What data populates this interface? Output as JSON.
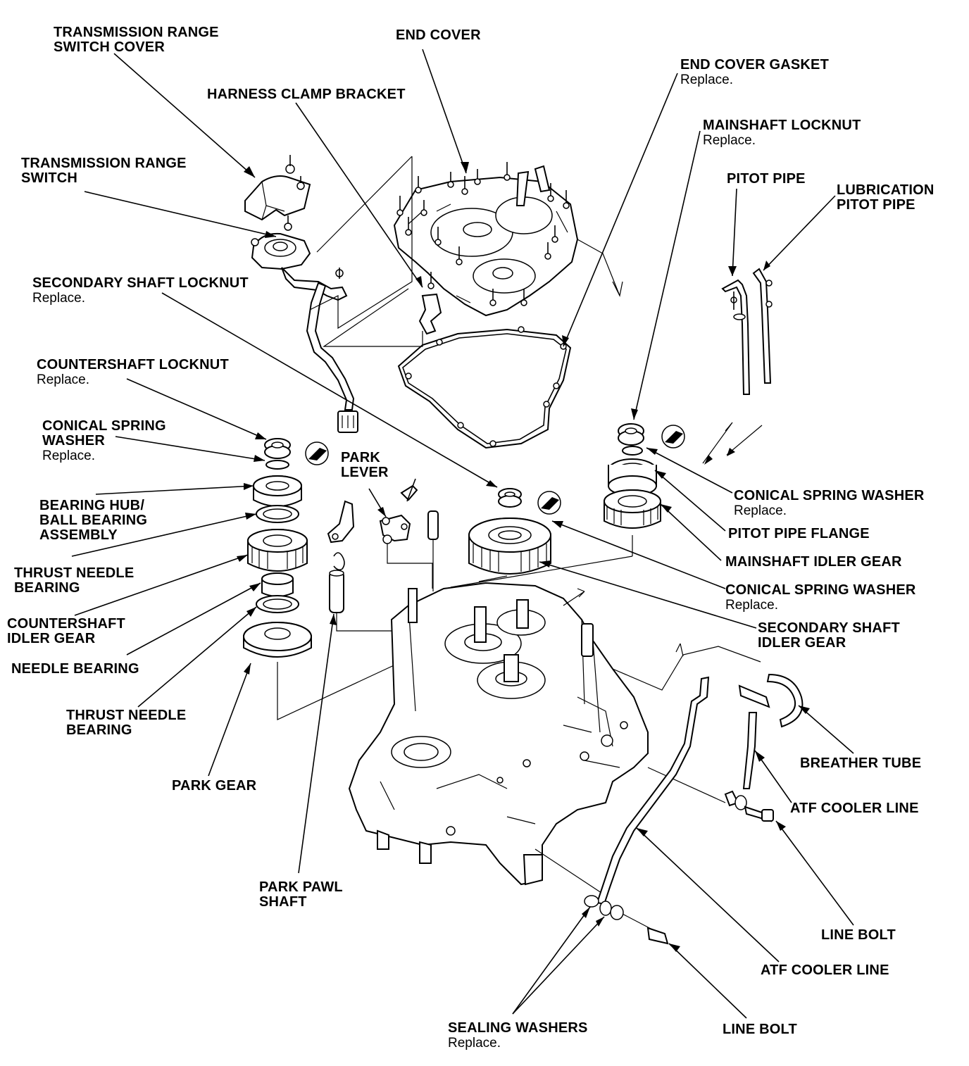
{
  "labels": {
    "trs_cover": {
      "t": "TRANSMISSION RANGE\nSWITCH COVER"
    },
    "end_cover": {
      "t": "END COVER"
    },
    "end_cover_gasket": {
      "t": "END COVER GASKET",
      "n": "Replace."
    },
    "harness_clamp_bracket": {
      "t": "HARNESS CLAMP BRACKET"
    },
    "mainshaft_locknut": {
      "t": "MAINSHAFT LOCKNUT",
      "n": "Replace."
    },
    "trs": {
      "t": "TRANSMISSION RANGE\nSWITCH"
    },
    "pitot_pipe": {
      "t": "PITOT PIPE"
    },
    "lube_pitot_pipe": {
      "t": "LUBRICATION\nPITOT PIPE"
    },
    "secondary_locknut": {
      "t": "SECONDARY SHAFT LOCKNUT",
      "n": "Replace."
    },
    "countershaft_locknut": {
      "t": "COUNTERSHAFT LOCKNUT",
      "n": "Replace."
    },
    "conical_washer_left": {
      "t": "CONICAL SPRING\nWASHER",
      "n": "Replace."
    },
    "park_lever": {
      "t": "PARK\nLEVER"
    },
    "conical_washer_right1": {
      "t": "CONICAL SPRING WASHER",
      "n": "Replace."
    },
    "bearing_hub": {
      "t": "BEARING HUB/\nBALL BEARING\nASSEMBLY"
    },
    "pitot_pipe_flange": {
      "t": "PITOT PIPE FLANGE"
    },
    "thrust_needle_1": {
      "t": "THRUST NEEDLE\nBEARING"
    },
    "mainshaft_idler_gear": {
      "t": "MAINSHAFT IDLER GEAR"
    },
    "conical_washer_right2": {
      "t": "CONICAL SPRING WASHER",
      "n": "Replace."
    },
    "countershaft_idler_gear": {
      "t": "COUNTERSHAFT\nIDLER GEAR"
    },
    "secondary_idler_gear": {
      "t": "SECONDARY SHAFT\nIDLER GEAR"
    },
    "needle_bearing": {
      "t": "NEEDLE BEARING"
    },
    "thrust_needle_2": {
      "t": "THRUST NEEDLE\nBEARING"
    },
    "breather_tube": {
      "t": "BREATHER TUBE"
    },
    "atf_cooler_line_1": {
      "t": "ATF COOLER LINE"
    },
    "park_gear": {
      "t": "PARK GEAR"
    },
    "park_pawl_shaft": {
      "t": "PARK PAWL\nSHAFT"
    },
    "line_bolt_1": {
      "t": "LINE BOLT"
    },
    "atf_cooler_line_2": {
      "t": "ATF COOLER LINE"
    },
    "sealing_washers": {
      "t": "SEALING WASHERS",
      "n": "Replace."
    },
    "line_bolt_2": {
      "t": "LINE BOLT"
    }
  }
}
